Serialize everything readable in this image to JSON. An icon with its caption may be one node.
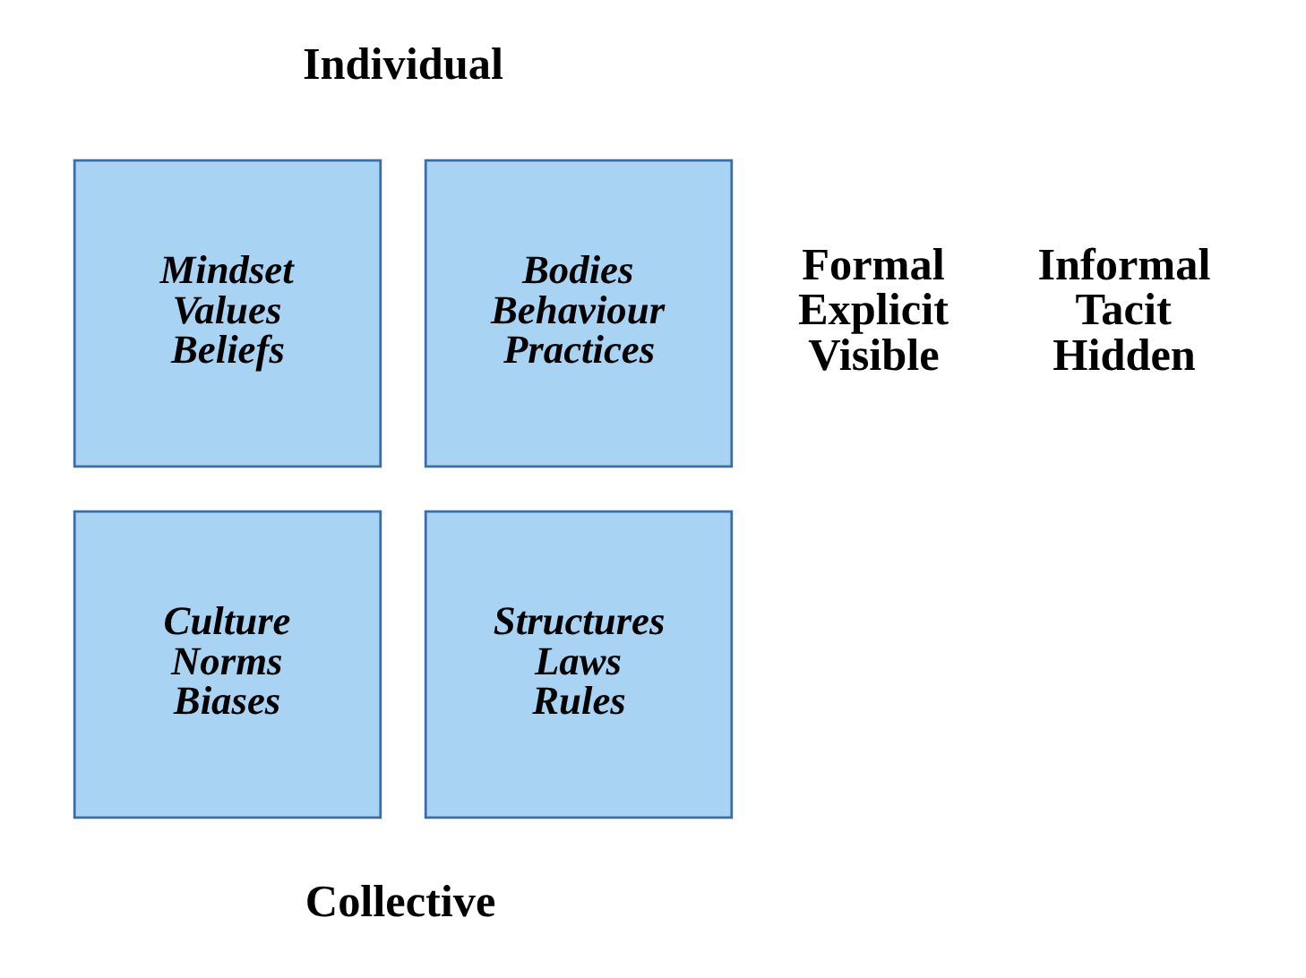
{
  "diagram": {
    "nodes": [
      {
        "text": [
          "Mindset Values Beliefs"
        ]
      },
      {
        "text": [
          "Bodies Behaviour Practices"
        ]
      },
      {
        "text": [
          "Culture Norms Biases"
        ]
      },
      {
        "text": [
          "Structures Laws Rules"
        ]
      }
    ],
    "labels": [
      "Individual",
      "Informal Tacit Hidden",
      "Formal Explicit Visible",
      "Collective"
    ]
  }
}
